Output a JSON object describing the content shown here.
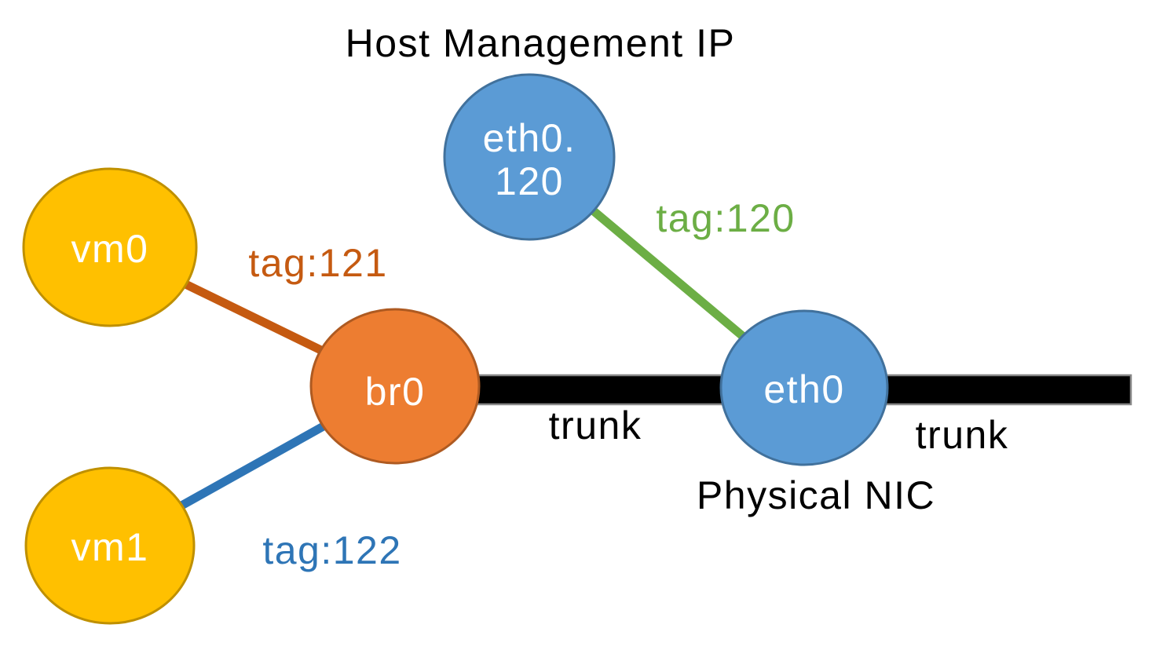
{
  "title": "Host Management IP",
  "nodes": {
    "eth0_120": {
      "line1": "eth0.",
      "line2": "120"
    },
    "vm0": {
      "label": "vm0"
    },
    "vm1": {
      "label": "vm1"
    },
    "br0": {
      "label": "br0"
    },
    "eth0": {
      "label": "eth0"
    }
  },
  "edges": {
    "tag121": {
      "label": "tag:121",
      "color": "#C55A11"
    },
    "tag122": {
      "label": "tag:122",
      "color": "#2E75B6"
    },
    "tag120": {
      "label": "tag:120",
      "color": "#6CAE45"
    },
    "trunk_left": {
      "label": "trunk"
    },
    "trunk_right": {
      "label": "trunk"
    }
  },
  "captions": {
    "physical_nic": "Physical NIC"
  },
  "colors": {
    "vm_fill": "#FFC000",
    "vm_border": "#BF9000",
    "bridge_fill": "#ED7D31",
    "bridge_border": "#AE5A21",
    "nic_fill": "#5B9BD5",
    "nic_border": "#41719C",
    "trunk_fill": "#000000",
    "trunk_border": "#888888",
    "label_text": "#000000"
  }
}
